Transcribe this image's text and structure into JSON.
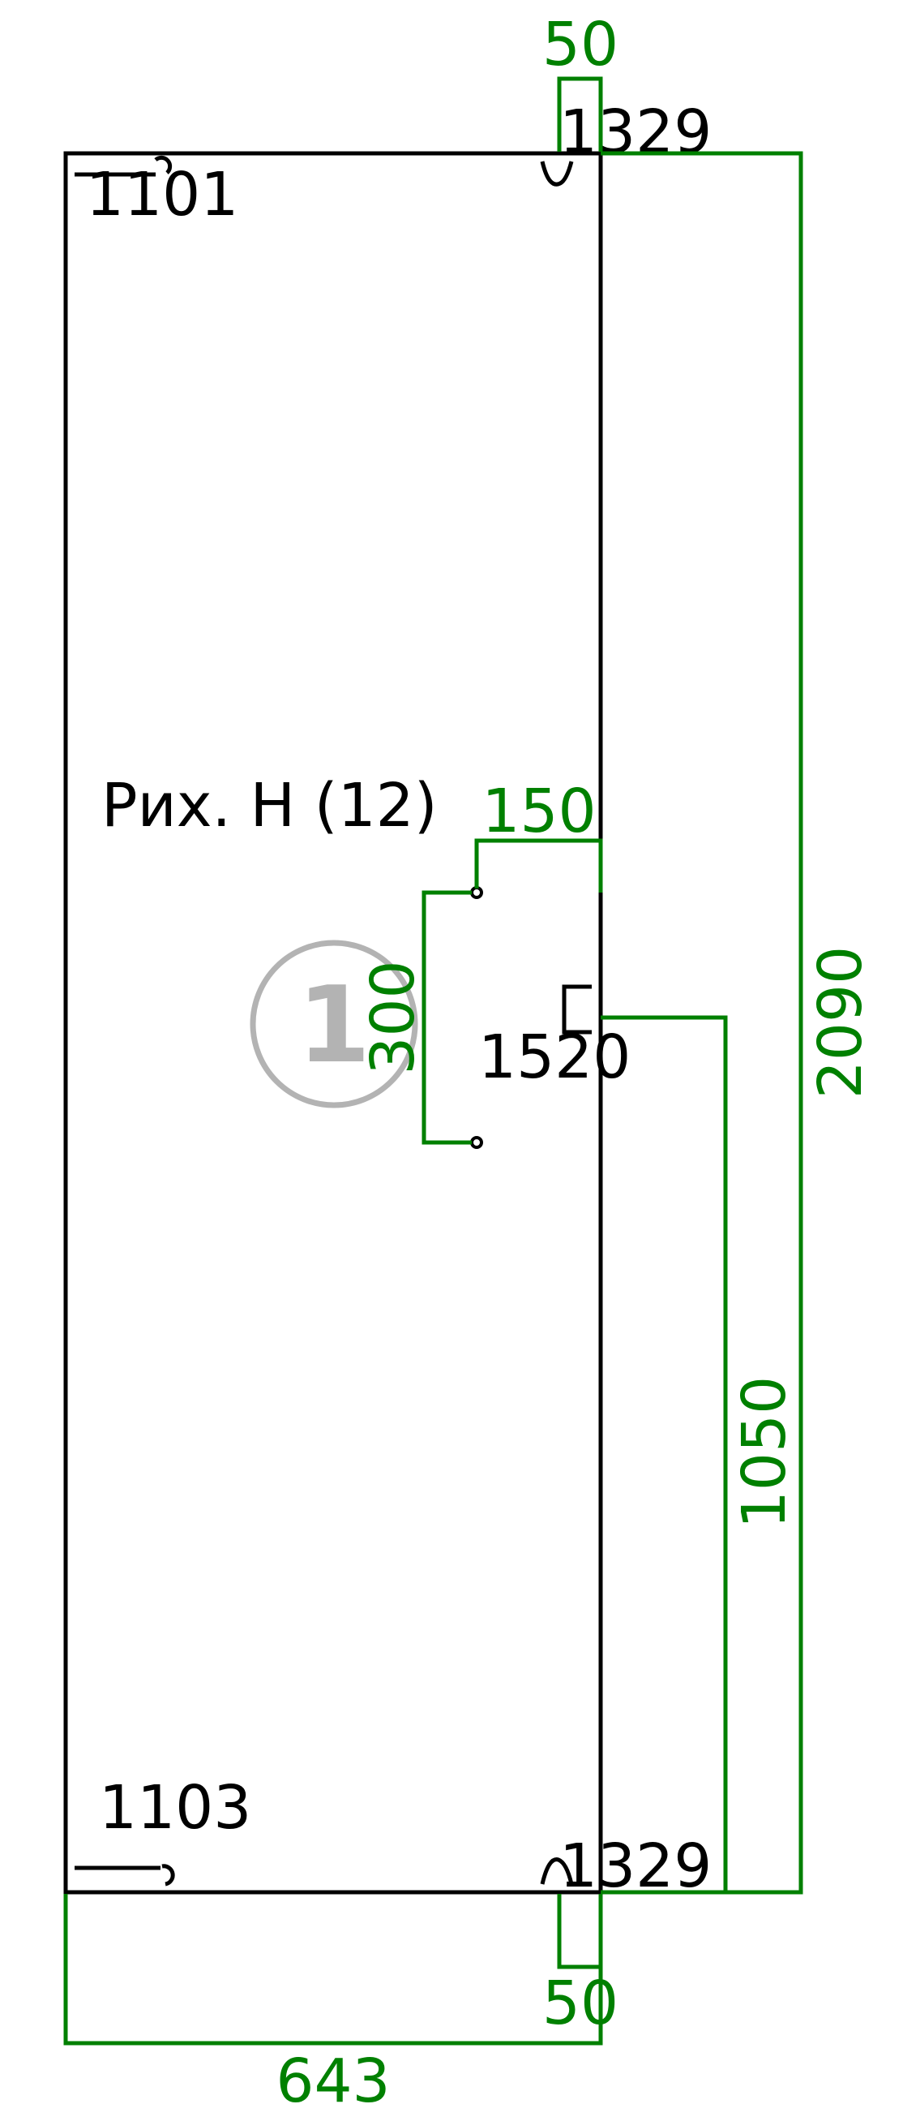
{
  "panel": {
    "label": "Рих. Н (12)",
    "badge_number": "1",
    "colors": {
      "outline": "#000000",
      "dimension": "#008000",
      "badge": "#b3b3b3"
    }
  },
  "hardware": {
    "top_left_code": "1101",
    "top_right_code": "1329",
    "bottom_left_code": "1103",
    "bottom_right_code": "1329",
    "handle_code": "1520"
  },
  "dimensions": {
    "top_width": "50",
    "bottom_width": "50",
    "handle_offset": "150",
    "handle_span": "300",
    "total_height": "2090",
    "handle_height": "1050",
    "total_width": "643"
  }
}
